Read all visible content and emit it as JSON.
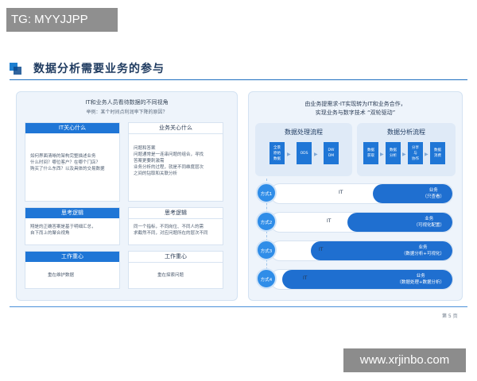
{
  "tag": "TG: MYYJJPP",
  "page_title": "数据分析需要业务的参与",
  "left": {
    "title": "IT和业务人员看待数据的不同视角",
    "subtitle": "举例：某个时间点利润率下降的原因？",
    "it_header": "IT关心什么",
    "it_text": "如何界面清晰的架构完整描述业务\n什么时间？哪位客户？在哪个门店？\n购买了什么东西？以及具体的交易数据",
    "biz_header": "业务关心什么",
    "biz_text": "问题和答案\n问题通常是一连串问题的组合，寻找\n答案更要刺激需\n业务分析的过程，就是不同维度层次\n之间的钻取和关联分析",
    "it_logic_header": "思考逻辑",
    "it_logic_text": "翔是的正确答案是基于明细汇总，\n自下而上的聚合视角",
    "biz_logic_header": "思考逻辑",
    "biz_logic_text": "同一个指标，不同岗位、不同人的需\n求截然不同，对应问题所在的层次不同",
    "it_focus_header": "工作重心",
    "it_focus_text": "重在维护数据",
    "biz_focus_header": "工作重心",
    "biz_focus_text": "重在探索问题"
  },
  "right": {
    "title_line1": "由业务提需求-IT实现转为IT和业务合作，",
    "title_line2": "实现业务与数字技术 “双轮驱动”",
    "flow1_title": "数据处理流程",
    "flow1_boxes": [
      "全景\n原始\n数据",
      "ODS",
      "DW\nDM"
    ],
    "flow2_title": "数据分析流程",
    "flow2_boxes": [
      "数据\n获取",
      "数据\n分析",
      "分享\n与\n协作",
      "数据\n消费"
    ],
    "modes": [
      {
        "label": "方式1",
        "it": "IT",
        "biz": "业务\n（只查看）",
        "biz_fraction": 0.16
      },
      {
        "label": "方式2",
        "it": "IT",
        "biz": "业务\n（可视化配置）",
        "biz_fraction": 0.3
      },
      {
        "label": "方式3",
        "it": "IT",
        "biz": "业务\n（数据分析+可视化）",
        "biz_fraction": 0.5
      },
      {
        "label": "方式4",
        "it": "IT",
        "biz": "业务\n（数据处理+数据分析）",
        "biz_fraction": 0.66
      }
    ]
  },
  "page_number": "第 5 页",
  "watermark": "www.xrjinbo.com",
  "colors": {
    "accent": "#1f76d6",
    "dark": "#1f3b60"
  }
}
